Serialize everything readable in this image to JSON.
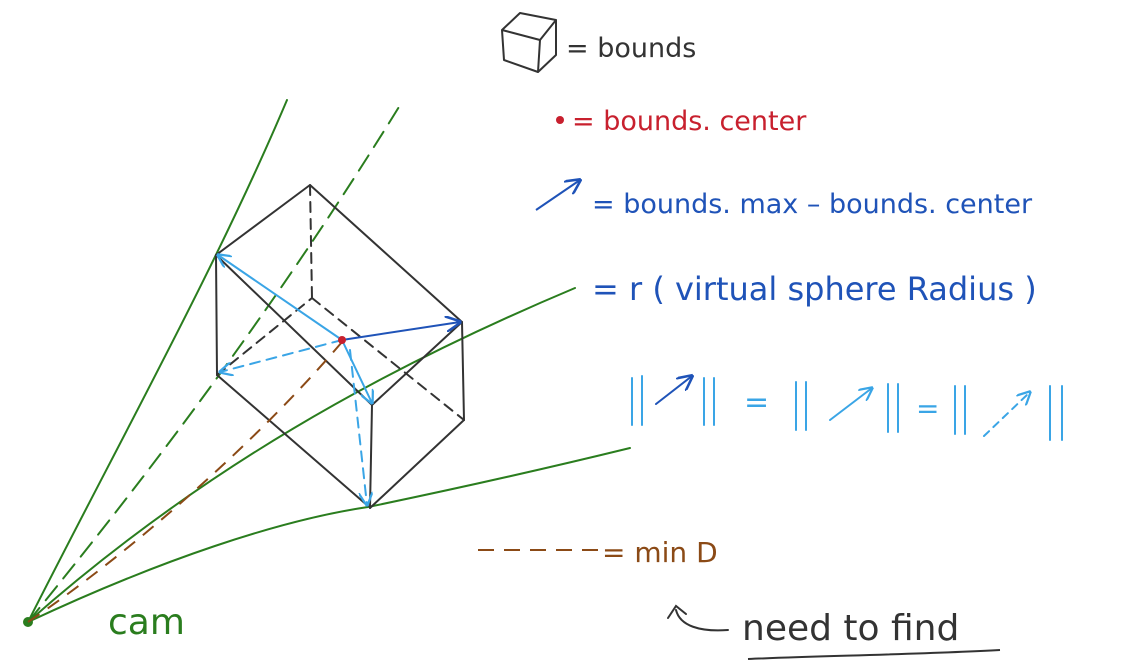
{
  "colors": {
    "black": "#333333",
    "green": "#2a7d1e",
    "red": "#c8202e",
    "blue": "#1f53b8",
    "lightblue": "#3aa5e6",
    "brown": "#8b4a16"
  },
  "legend": {
    "bounds": "= bounds",
    "center": "= bounds. center",
    "vector": "=   bounds. max  – bounds. center",
    "radius": "= r  ( virtual  sphere  Radius )",
    "norm_equal_1": "=",
    "norm_equal_2": "=",
    "min_d": "= min D",
    "need_to_find": "need to find"
  },
  "labels": {
    "cam": "cam"
  },
  "icons": {
    "cube": "cube-icon",
    "dot": "red-dot-icon",
    "arrow": "vector-arrow-icon",
    "hook_arrow": "hook-arrow-icon"
  }
}
